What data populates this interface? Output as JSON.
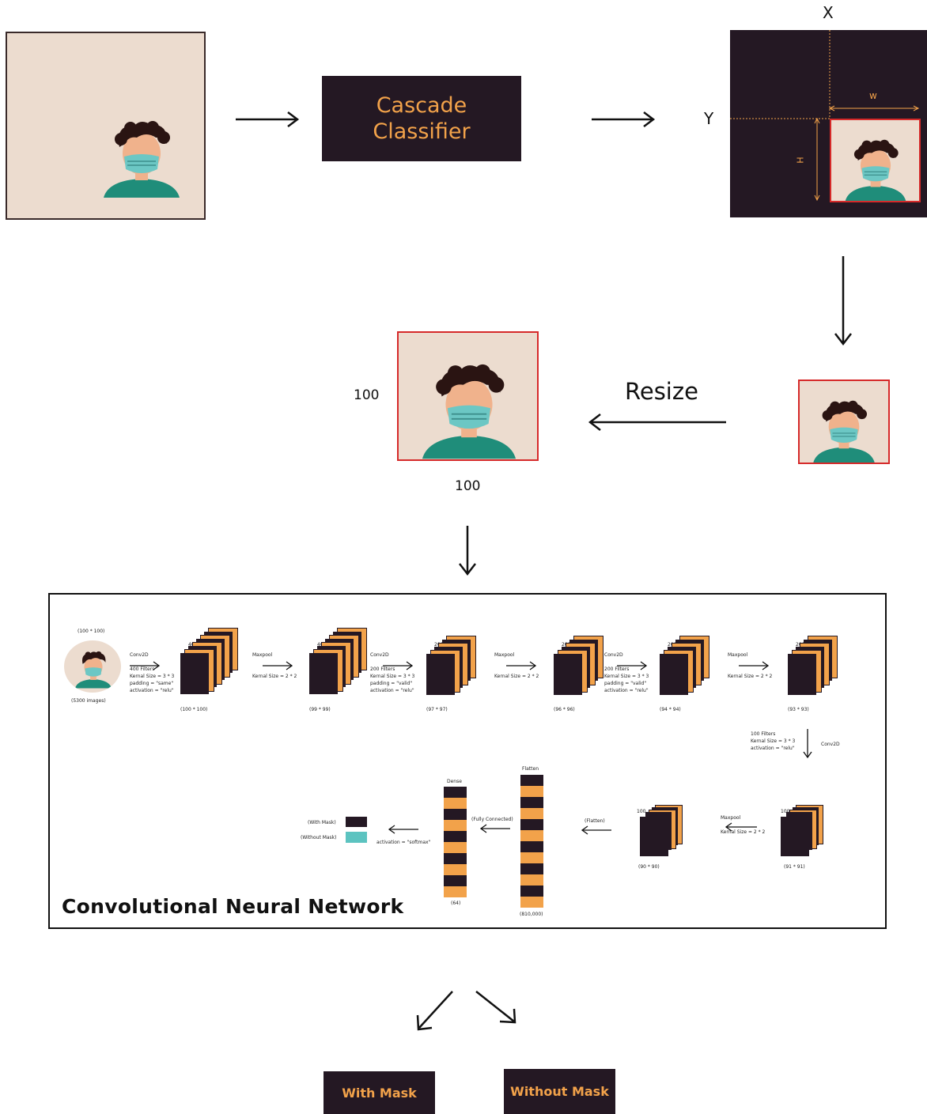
{
  "stage1": {
    "classifier_label_line1": "Cascade",
    "classifier_label_line2": "Classifier",
    "axis_x": "X",
    "axis_y": "Y",
    "dim_w": "w",
    "dim_h": "H"
  },
  "stage2": {
    "resize_label": "Resize",
    "size_height": "100",
    "size_width": "100"
  },
  "cnn": {
    "title": "Convolutional Neural Network",
    "input_size": "(100 * 100)",
    "input_count": "(5300 images)",
    "steps_top": [
      {
        "op": "Conv2D\n\n400 Filters\nKernal Size = 3 * 3\npadding = \"same\"\nactivation = \"relu\"",
        "depth": "400",
        "size": "(100 * 100)"
      },
      {
        "op": "Maxpool\n\n\nKernal Size = 2 * 2",
        "depth": "400",
        "size": "(99 * 99)"
      },
      {
        "op": "Conv2D\n\n200 Filters\nKernal Size = 3 * 3\npadding = \"valid\"\nactivation = \"relu\"",
        "depth": "200",
        "size": "(97 * 97)"
      },
      {
        "op": "Maxpool\n\n\nKernal Size = 2 * 2",
        "depth": "200",
        "size": "(96 * 96)"
      },
      {
        "op": "Conv2D\n\n200 Filters\nKernal Size = 3 * 3\npadding = \"valid\"\nactivation = \"relu\"",
        "depth": "200",
        "size": "(94 * 94)"
      },
      {
        "op": "Maxpool\n\n\nKernal Size = 2 * 2",
        "depth": "200",
        "size": "(93 * 93)"
      }
    ],
    "down_step": {
      "params": "100 Filters\nKernal Size = 3 * 3\nactivation = \"relu\"",
      "op": "Conv2D"
    },
    "bottom": {
      "block_a": {
        "depth": "100",
        "size": "(91 * 91)"
      },
      "maxpool": "Maxpool\n\nKernal Size = 2 * 2",
      "block_b": {
        "depth": "100",
        "size": "(90 * 90)"
      },
      "flatten_op": "(Flatten)",
      "flatten_label": "Flatten",
      "flatten_size": "(810,000)",
      "fc_op": "(Fully Connected)",
      "dense_label": "Dense",
      "dense_size": "(64)",
      "softmax": "activation = \"softmax\"",
      "with_mask": "(With Mask)",
      "without_mask": "(Without Mask)"
    }
  },
  "outputs": {
    "with_mask": "With Mask",
    "without_mask": "Without Mask"
  },
  "colors": {
    "dark": "#241823",
    "accent": "#f2a24a",
    "skin_bg": "#ecdccf",
    "teal": "#5cc3c0",
    "red_box": "#d62a2a"
  }
}
